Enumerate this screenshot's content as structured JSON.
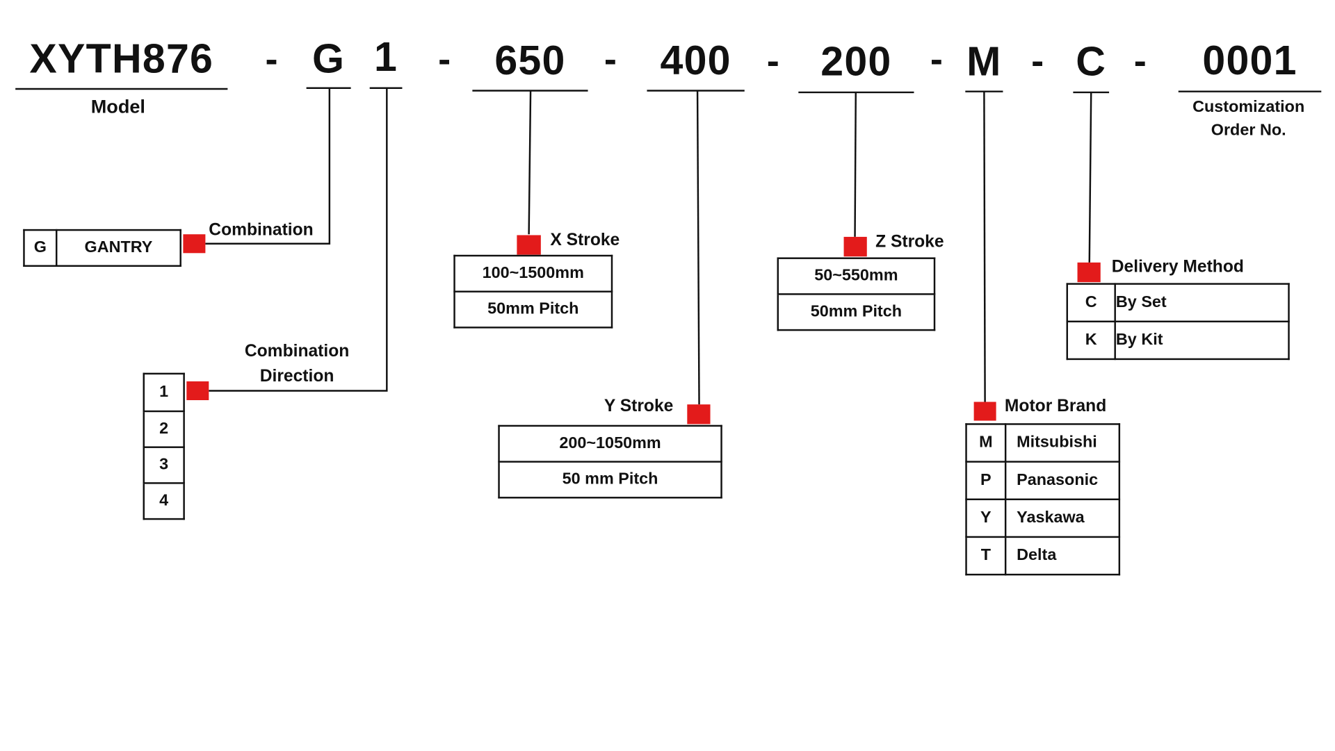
{
  "header": {
    "model_code": "XYTH876",
    "model_label": "Model",
    "segments": [
      "G",
      "1",
      "650",
      "400",
      "200",
      "M",
      "C",
      "0001"
    ],
    "separator": "-",
    "order_label_line1": "Customization",
    "order_label_line2": "Order No."
  },
  "combination": {
    "label": "Combination",
    "options": [
      {
        "code": "G",
        "name": "GANTRY"
      }
    ]
  },
  "direction": {
    "label_line1": "Combination",
    "label_line2": "Direction",
    "options": [
      "1",
      "2",
      "3",
      "4"
    ]
  },
  "x_stroke": {
    "label": "X Stroke",
    "range": "100~1500mm",
    "pitch": "50mm Pitch"
  },
  "y_stroke": {
    "label": "Y Stroke",
    "range": "200~1050mm",
    "pitch": "50 mm Pitch"
  },
  "z_stroke": {
    "label": "Z Stroke",
    "range": "50~550mm",
    "pitch": "50mm Pitch"
  },
  "motor": {
    "label": "Motor Brand",
    "options": [
      {
        "code": "M",
        "name": "Mitsubishi"
      },
      {
        "code": "P",
        "name": "Panasonic"
      },
      {
        "code": "Y",
        "name": "Yaskawa"
      },
      {
        "code": "T",
        "name": "Delta"
      }
    ]
  },
  "delivery": {
    "label": "Delivery Method",
    "options": [
      {
        "code": "C",
        "name": "By Set"
      },
      {
        "code": "K",
        "name": "By Kit"
      }
    ]
  },
  "colors": {
    "marker": "#e31b1b",
    "line": "#111111"
  }
}
